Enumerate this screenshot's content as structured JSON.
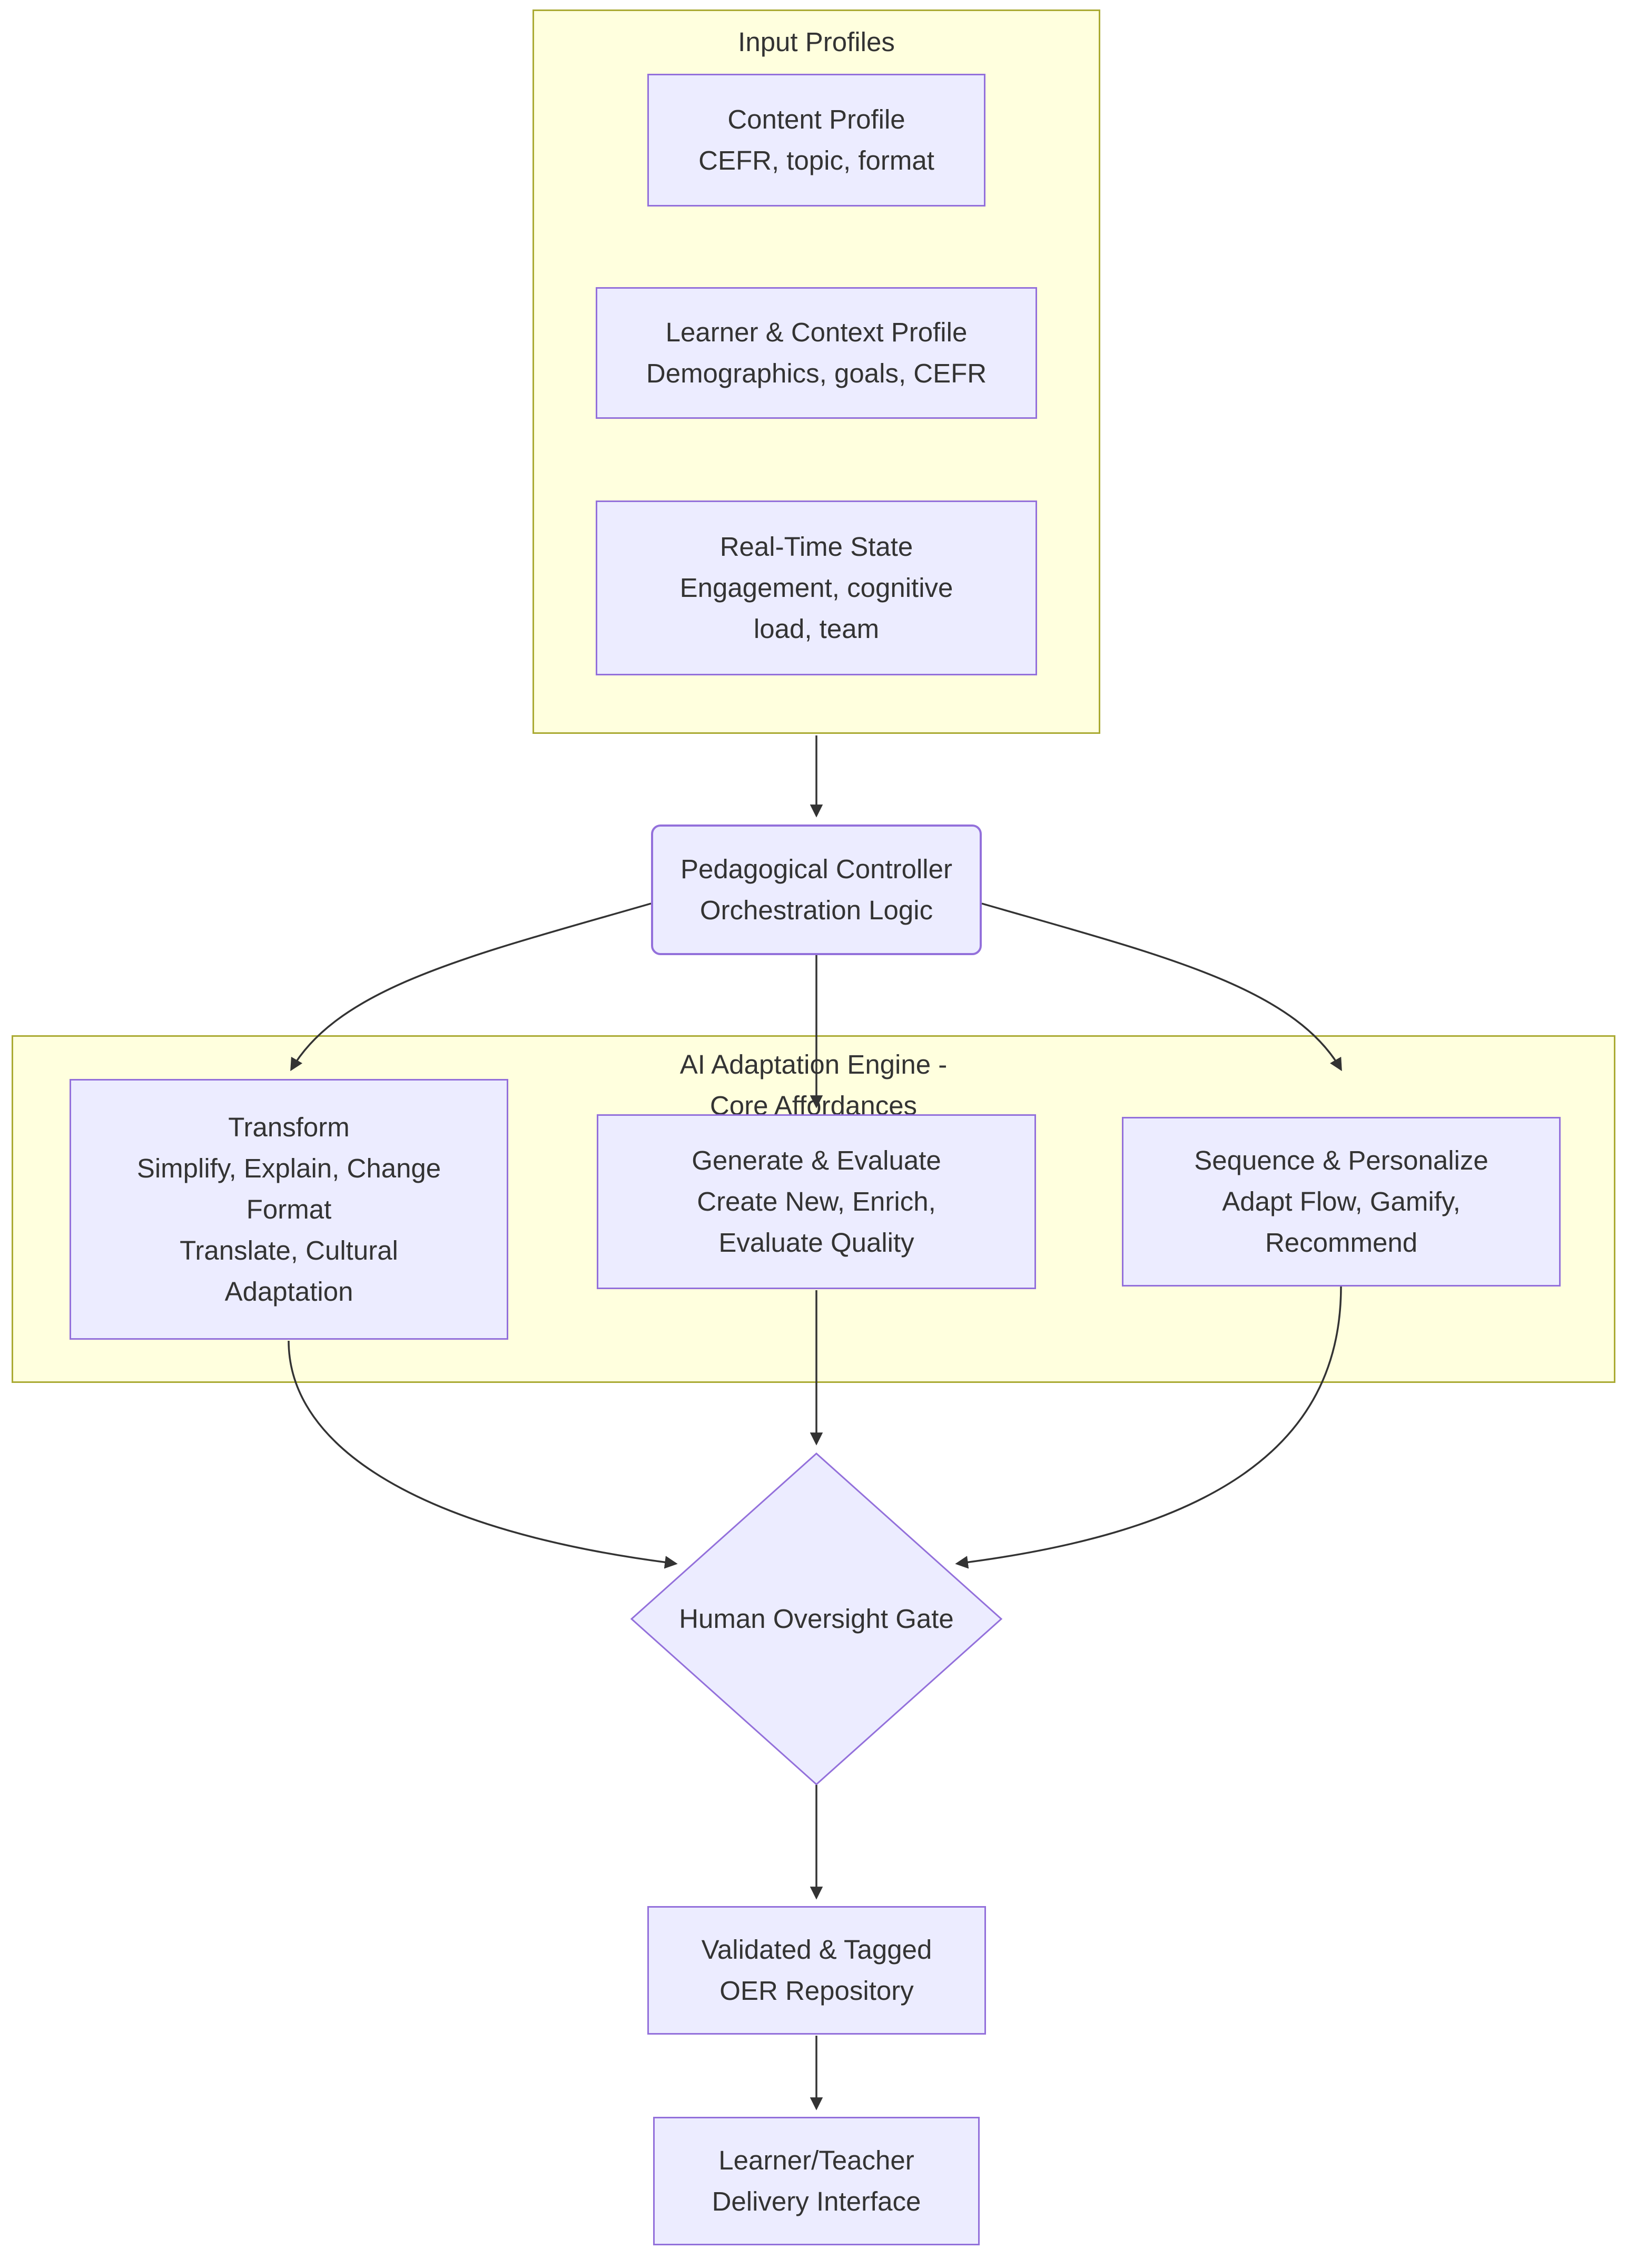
{
  "diagram": {
    "clusters": {
      "input_profiles": {
        "title": "Input Profiles"
      },
      "ai_engine": {
        "title_lines": [
          "AI Adaptation Engine -",
          "Core Affordances"
        ]
      }
    },
    "nodes": {
      "content_profile": {
        "lines": [
          "Content Profile",
          "CEFR, topic, format"
        ]
      },
      "learner_context_profile": {
        "lines": [
          "Learner & Context Profile",
          "Demographics, goals, CEFR"
        ]
      },
      "real_time_state": {
        "lines": [
          "Real-Time State",
          "Engagement, cognitive",
          "load, team"
        ]
      },
      "pedagogical_controller": {
        "lines": [
          "Pedagogical Controller",
          "Orchestration Logic"
        ]
      },
      "transform": {
        "lines": [
          "Transform",
          "Simplify, Explain, Change",
          "Format",
          "Translate, Cultural",
          "Adaptation"
        ]
      },
      "generate_evaluate": {
        "lines": [
          "Generate & Evaluate",
          "Create New, Enrich,",
          "Evaluate Quality"
        ]
      },
      "sequence_personalize": {
        "lines": [
          "Sequence & Personalize",
          "Adapt Flow, Gamify,",
          "Recommend"
        ]
      },
      "human_oversight_gate": {
        "lines": [
          "Human Oversight Gate"
        ]
      },
      "oer_repository": {
        "lines": [
          "Validated & Tagged",
          "OER Repository"
        ]
      },
      "delivery_interface": {
        "lines": [
          "Learner/Teacher",
          "Delivery Interface"
        ]
      }
    },
    "edges": [
      {
        "from": "input_profiles",
        "to": "pedagogical_controller"
      },
      {
        "from": "pedagogical_controller",
        "to": "transform"
      },
      {
        "from": "pedagogical_controller",
        "to": "generate_evaluate"
      },
      {
        "from": "pedagogical_controller",
        "to": "sequence_personalize"
      },
      {
        "from": "transform",
        "to": "human_oversight_gate"
      },
      {
        "from": "generate_evaluate",
        "to": "human_oversight_gate"
      },
      {
        "from": "sequence_personalize",
        "to": "human_oversight_gate"
      },
      {
        "from": "human_oversight_gate",
        "to": "oer_repository"
      },
      {
        "from": "oer_repository",
        "to": "delivery_interface"
      }
    ],
    "colors": {
      "background": "#ffffff",
      "cluster_fill": "#ffffde",
      "cluster_border": "#aaaa33",
      "node_fill": "#ececff",
      "node_border": "#9370db",
      "edge": "#333333",
      "text": "#333333"
    }
  }
}
